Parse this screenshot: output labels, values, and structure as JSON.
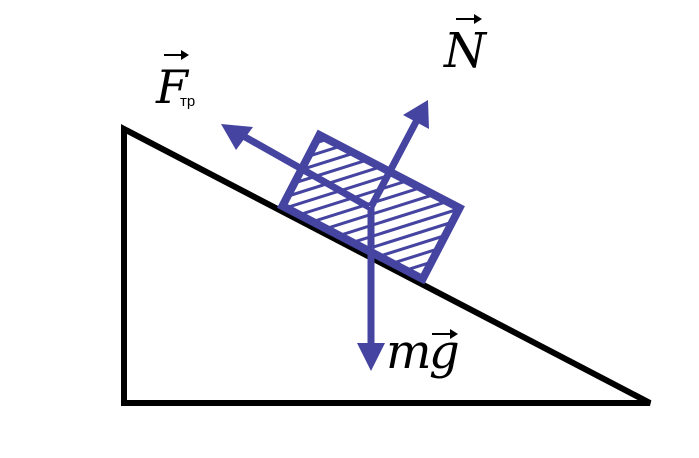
{
  "labels": {
    "friction_symbol": "F",
    "friction_subscript": "тр",
    "normal_symbol": "N",
    "gravity_m": "m",
    "gravity_g": "g"
  },
  "colors": {
    "outline": "#000000",
    "force": "#4544a0",
    "background": "#ffffff"
  }
}
